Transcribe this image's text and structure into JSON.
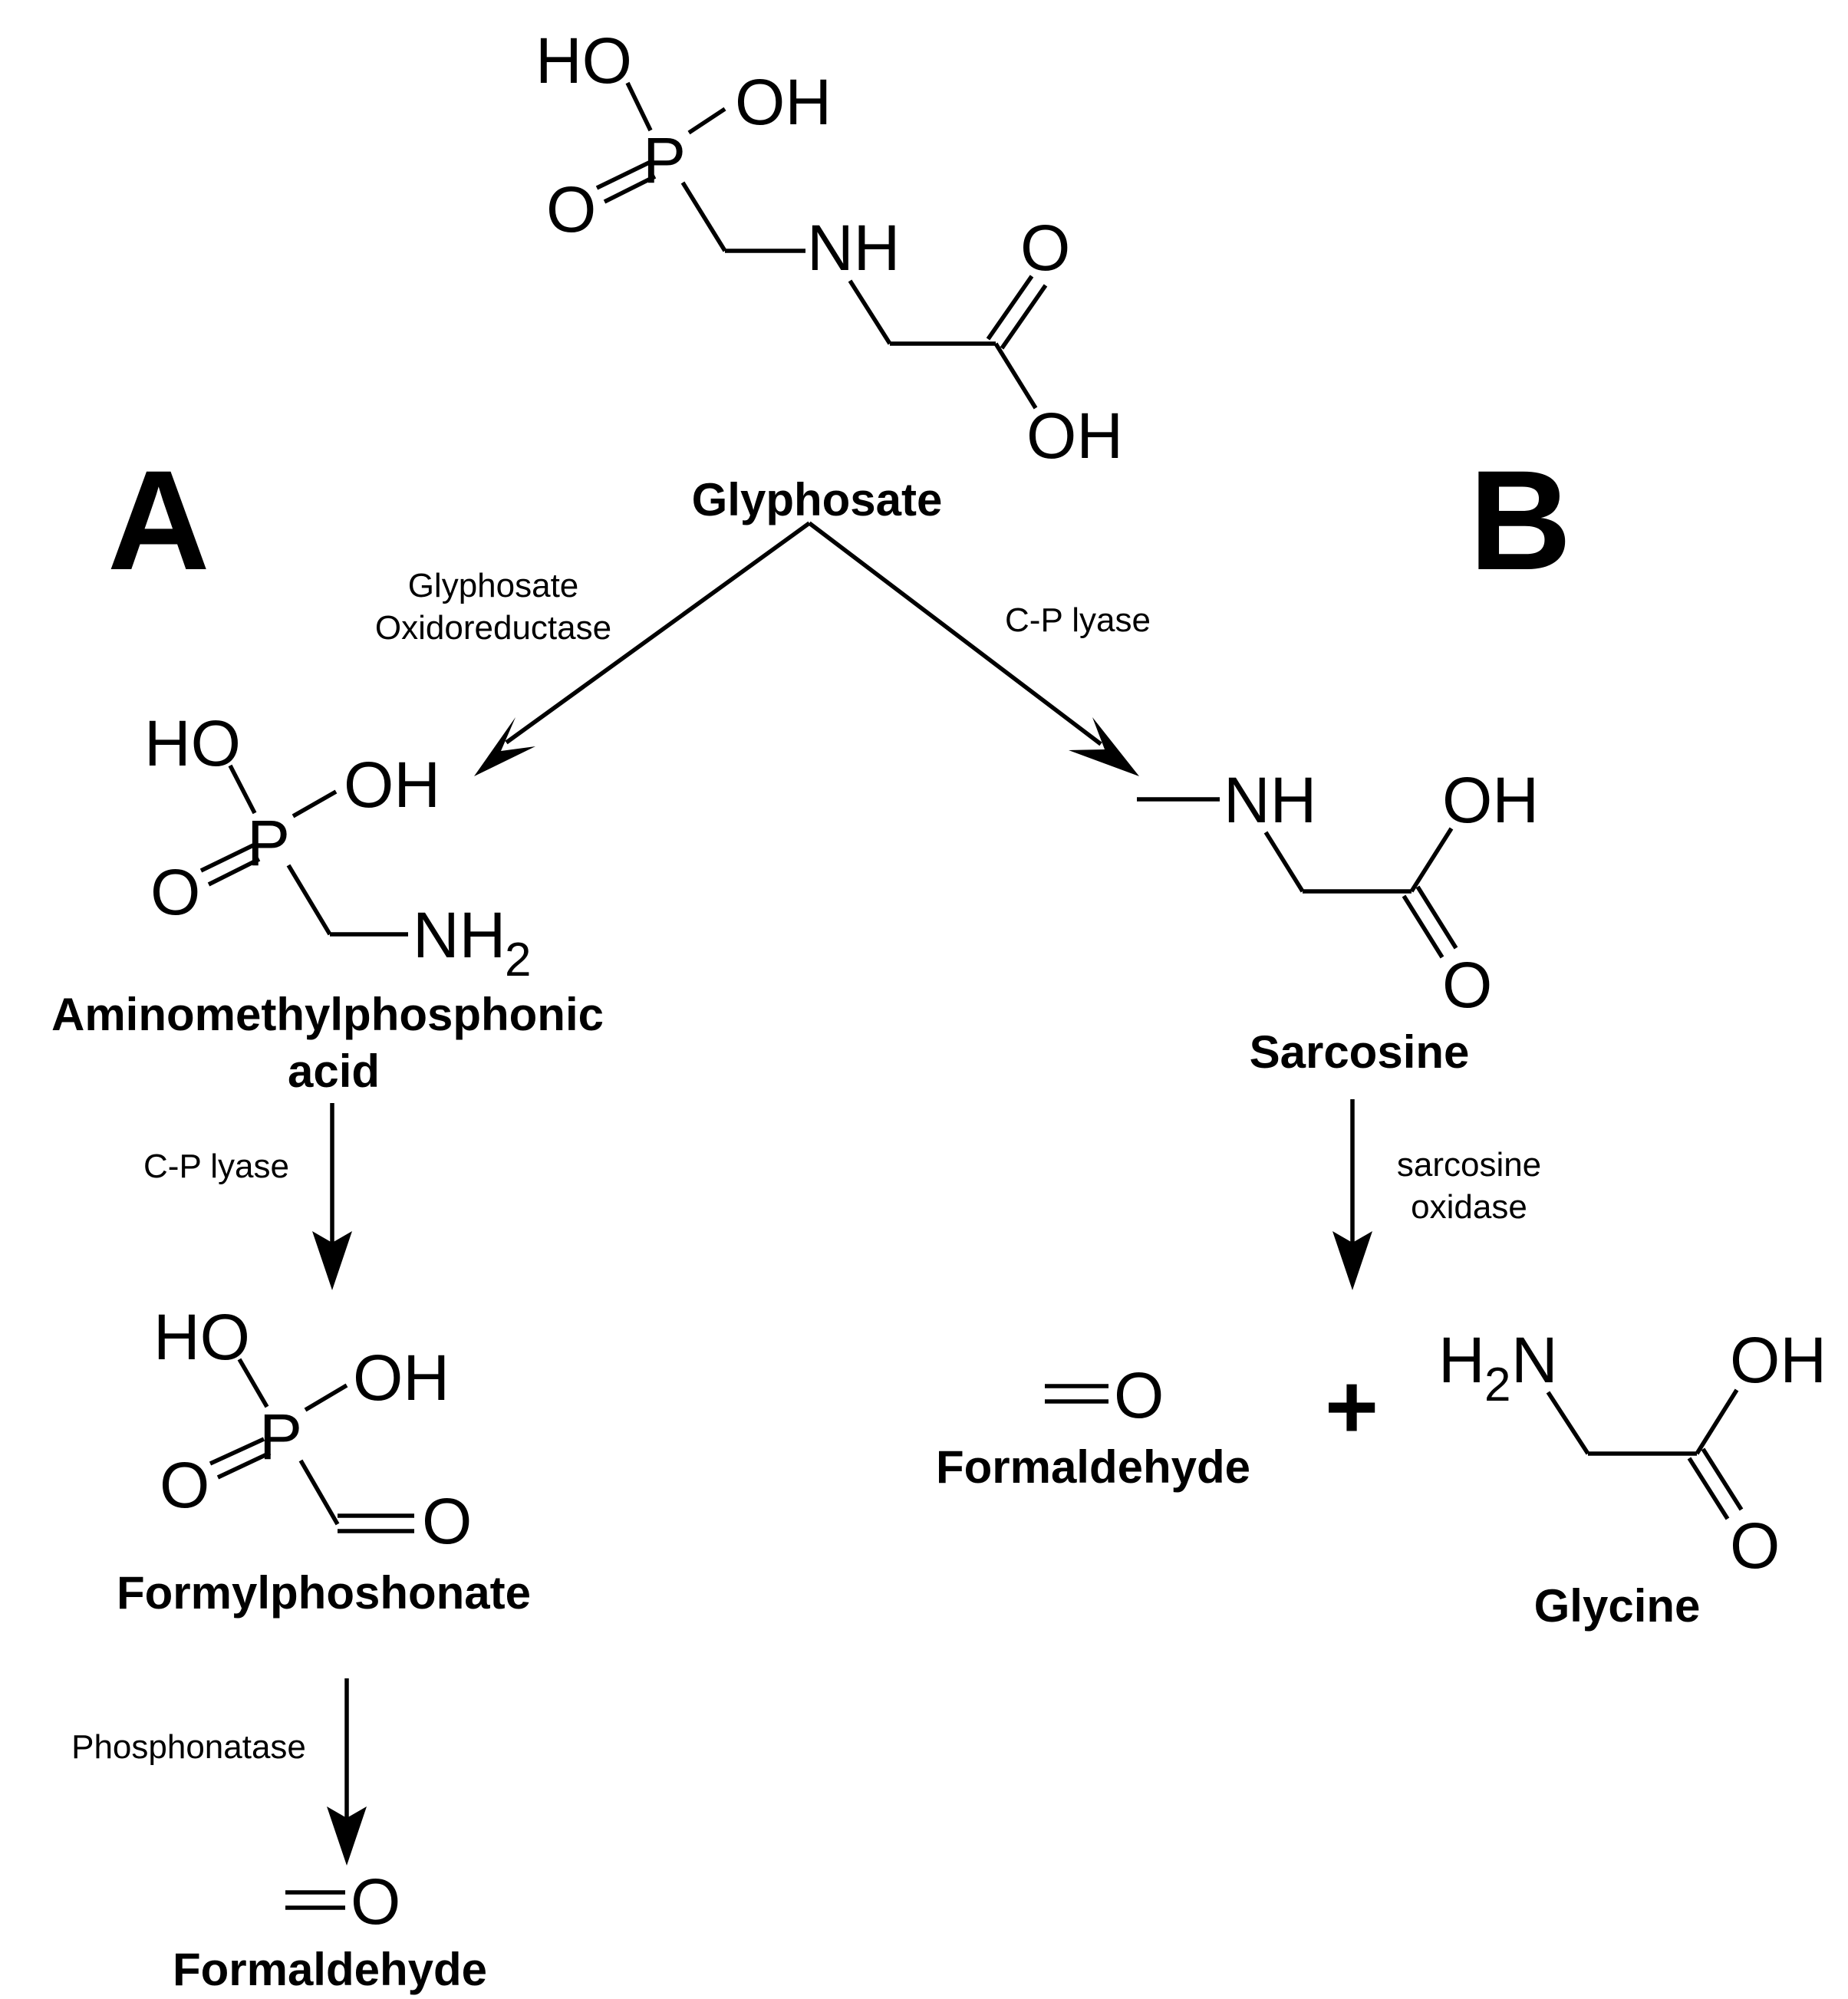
{
  "panels": {
    "a": "A",
    "b": "B"
  },
  "compounds": {
    "glyphosate": {
      "name": "Glyphosate",
      "ho": "HO",
      "oh": "OH",
      "p": "P",
      "o": "O",
      "nh": "NH",
      "acid_o": "O",
      "acid_oh": "OH"
    },
    "ampa": {
      "name_line1": "Aminomethylphosphonic",
      "name_line2": "acid",
      "ho": "HO",
      "oh": "OH",
      "p": "P",
      "o": "O",
      "nh": "NH",
      "nh_sub": "2"
    },
    "formylphosphonate": {
      "name": "Formylphoshonate",
      "ho": "HO",
      "oh": "OH",
      "p": "P",
      "o": "O",
      "ald_o": "O"
    },
    "formaldehyde_a": {
      "name": "Formaldehyde",
      "o": "O"
    },
    "sarcosine": {
      "name": "Sarcosine",
      "nh": "NH",
      "oh": "OH",
      "o": "O"
    },
    "formaldehyde_b": {
      "name": "Formaldehyde",
      "o": "O"
    },
    "glycine": {
      "name": "Glycine",
      "h": "H",
      "h_sub": "2",
      "n": "N",
      "oh": "OH",
      "o": "O"
    }
  },
  "enzymes": {
    "glyphosate_oxidoreductase_line1": "Glyphosate",
    "glyphosate_oxidoreductase_line2": "Oxidoreductase",
    "cp_lyase_b": "C-P lyase",
    "cp_lyase_a": "C-P lyase",
    "phosphonatase": "Phosphonatase",
    "sarcosine_oxidase_line1": "sarcosine",
    "sarcosine_oxidase_line2": "oxidase"
  },
  "plus_sign": "+"
}
